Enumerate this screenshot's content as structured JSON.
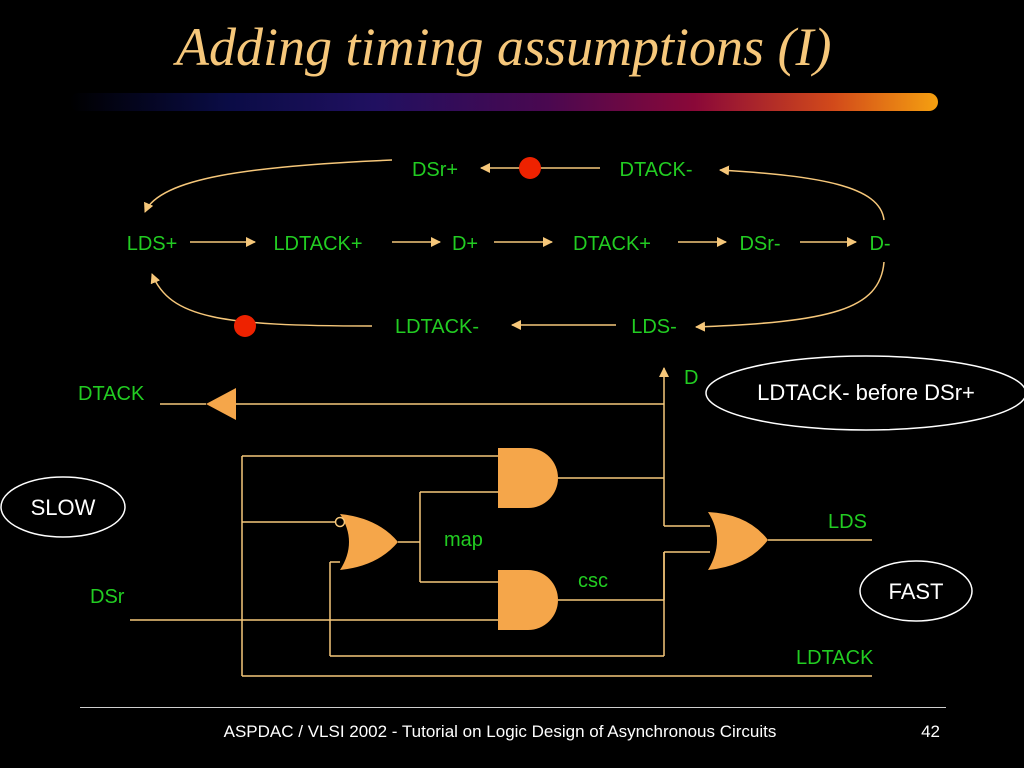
{
  "slide": {
    "title": "Adding timing assumptions (I)",
    "footer": "ASPDAC / VLSI 2002 - Tutorial on Logic Design of Asynchronous Circuits",
    "page_number": "42"
  },
  "stg": {
    "row_main": [
      "LDS+",
      "LDTACK+",
      "D+",
      "DTACK+",
      "DSr-",
      "D-"
    ],
    "row_top": [
      "DSr+",
      "DTACK-"
    ],
    "row_bottom": [
      "LDTACK-",
      "LDS-"
    ]
  },
  "circuit": {
    "signals": {
      "dtack": "DTACK",
      "d": "D",
      "lds": "LDS",
      "dsr": "DSr",
      "ldtack": "LDTACK"
    },
    "labels": {
      "map": "map",
      "csc": "csc"
    },
    "annotations": {
      "assumption": "LDTACK- before DSr+",
      "slow": "SLOW",
      "fast": "FAST"
    }
  },
  "colors": {
    "title": "#F6C77A",
    "wire": "#F6C77A",
    "gate_fill": "#F5A64A",
    "signal_text": "#22CC22",
    "token": "#EE2200",
    "text": "#FFFFFF"
  }
}
